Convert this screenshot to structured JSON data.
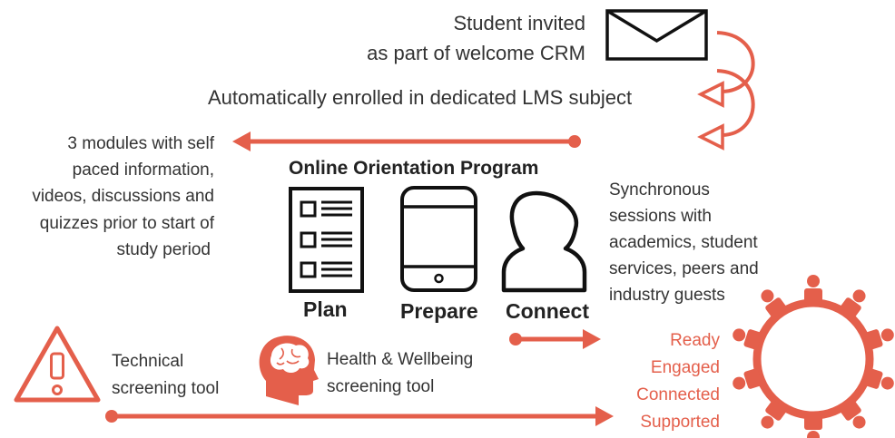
{
  "colors": {
    "accent": "#e45f4b",
    "ink": "#111111",
    "text": "#333333"
  },
  "invite": {
    "line1": "Student invited",
    "line2": "as part of welcome CRM"
  },
  "enrol": {
    "text": "Automatically enrolled in dedicated LMS subject"
  },
  "modules": {
    "lines": [
      "3 modules with self",
      "paced information,",
      "videos, discussions and",
      "quizzes prior to start of",
      "study period"
    ]
  },
  "program": {
    "title": "Online Orientation Program"
  },
  "pillars": [
    {
      "label": "Plan",
      "icon": "checklist-icon"
    },
    {
      "label": "Prepare",
      "icon": "tablet-icon"
    },
    {
      "label": "Connect",
      "icon": "person-icon"
    }
  ],
  "sync": {
    "lines": [
      "Synchronous",
      "sessions with",
      "academics, student",
      "services, peers and",
      "industry guests"
    ]
  },
  "technical": {
    "line1": "Technical",
    "line2": "screening tool",
    "icon": "warning-icon"
  },
  "health": {
    "line1": "Health & Wellbeing",
    "line2": "screening tool",
    "icon": "head-brain-icon"
  },
  "outcomes": [
    "Ready",
    "Engaged",
    "Connected",
    "Supported"
  ],
  "community": {
    "icon": "people-circle-icon"
  },
  "envelope": {
    "icon": "envelope-icon"
  }
}
